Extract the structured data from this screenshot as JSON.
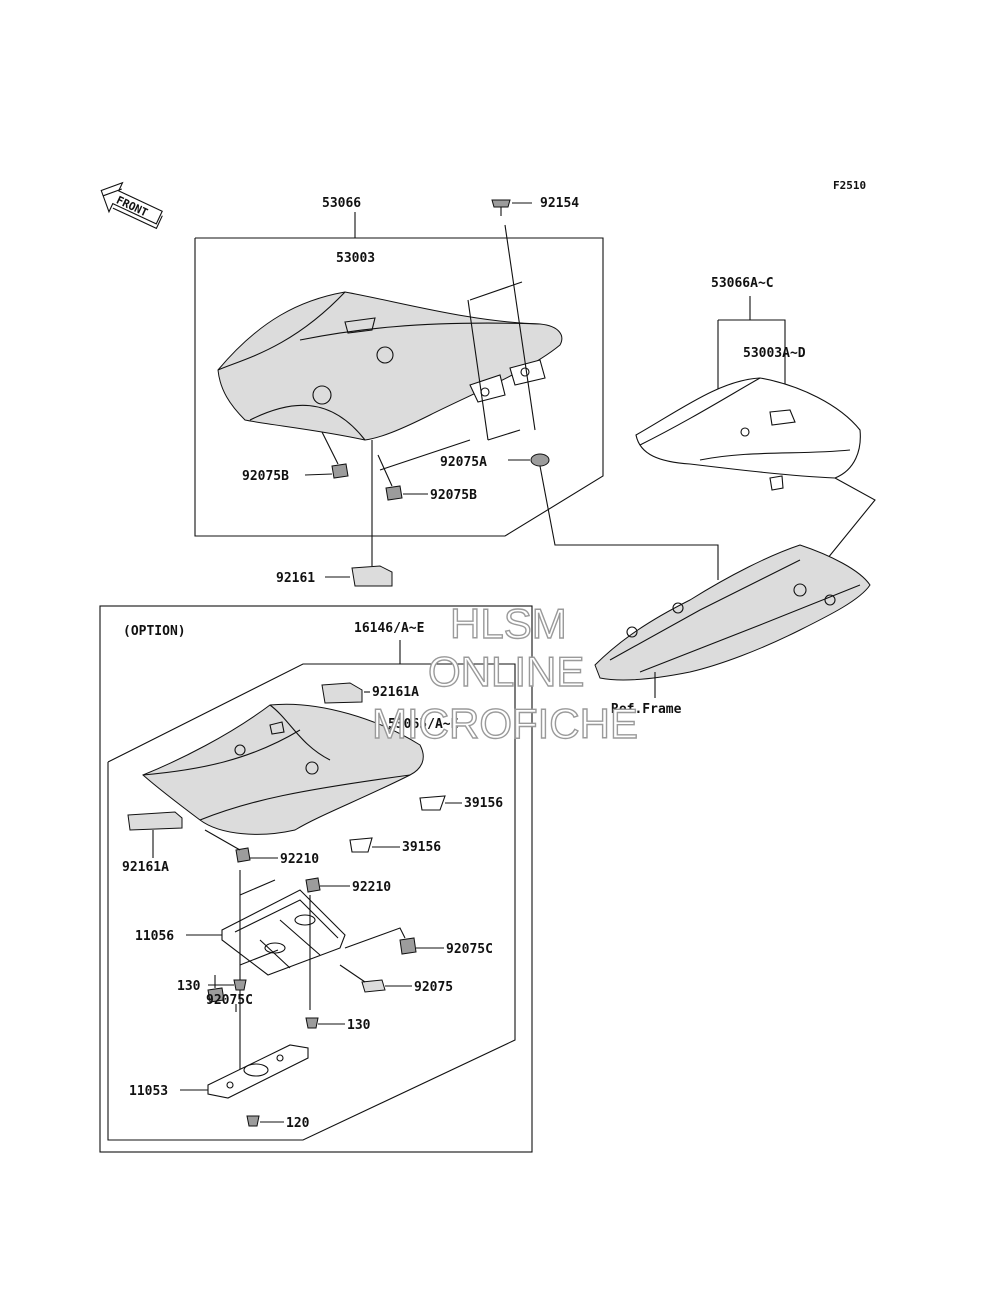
{
  "figure_code": "F2510",
  "front_arrow": "FRONT",
  "option_label": "(OPTION)",
  "ref_frame": "Ref.Frame",
  "watermark": [
    "HLSM",
    "ONLINE",
    "MICROFICHE"
  ],
  "labels": {
    "p53066": "53066",
    "p53003": "53003",
    "p92154": "92154",
    "p92075B_left": "92075B",
    "p92075A": "92075A",
    "p92075B_right": "92075B",
    "p92161": "92161",
    "p53066AC": "53066A~C",
    "p53003AD": "53003A~D",
    "p16146": "16146/A~E",
    "p92161A_top": "92161A",
    "p53065": "53065/A~E",
    "p39156_a": "39156",
    "p39156_b": "39156",
    "p92161A_left": "92161A",
    "p92210_a": "92210",
    "p92210_b": "92210",
    "p11056": "11056",
    "p92075C_right": "92075C",
    "p130_left": "130",
    "p92075": "92075",
    "p92075C_left": "92075C",
    "p130_right": "130",
    "p11053": "11053",
    "p120": "120"
  }
}
